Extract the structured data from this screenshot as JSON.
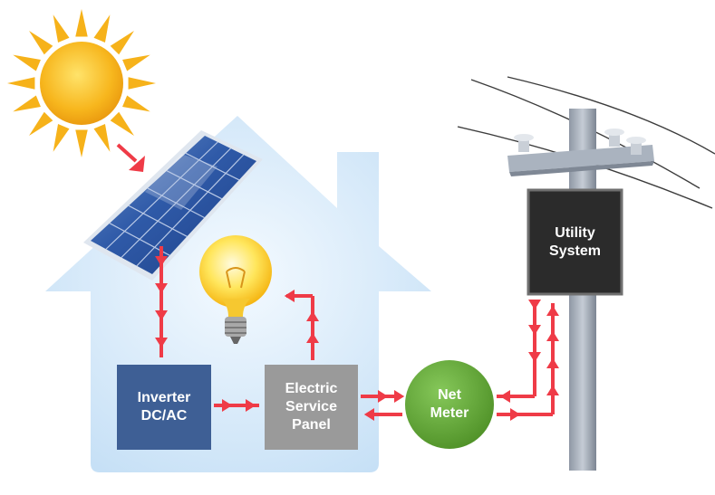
{
  "inverter": {
    "line1": "Inverter",
    "line2": "DC/AC"
  },
  "panel": {
    "line1": "Electric",
    "line2": "Service",
    "line3": "Panel"
  },
  "meter": {
    "line1": "Net",
    "line2": "Meter"
  },
  "utility": {
    "line1": "Utility",
    "line2": "System"
  },
  "colors": {
    "arrow": "#ef3b47",
    "inverter": "#3e5f95",
    "panel": "#9a9a9a",
    "meter": "#64a83a",
    "utility": "#2b2b2b",
    "house": "#cfe6f8",
    "sun": "#f6b21a"
  }
}
